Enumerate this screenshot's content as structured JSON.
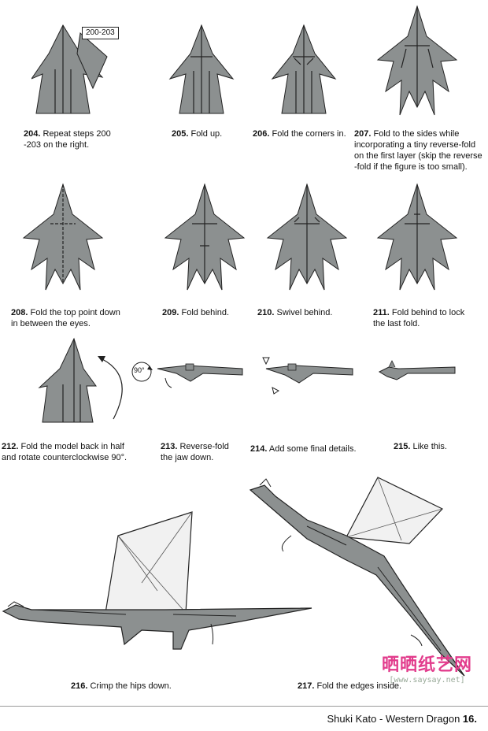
{
  "box_label": "200-203",
  "rotation_label": "90°",
  "steps": [
    {
      "num": "204.",
      "text": "Repeat steps 200 -203 on the right."
    },
    {
      "num": "205.",
      "text": "Fold up."
    },
    {
      "num": "206.",
      "text": "Fold the corners in."
    },
    {
      "num": "207.",
      "text": "Fold to the sides while incorporating a tiny reverse-fold on the first layer (skip the reverse -fold if the figure is too small)."
    },
    {
      "num": "208.",
      "text": "Fold the top point down in between the eyes."
    },
    {
      "num": "209.",
      "text": "Fold behind."
    },
    {
      "num": "210.",
      "text": "Swivel behind."
    },
    {
      "num": "211.",
      "text": "Fold behind to lock the last fold."
    },
    {
      "num": "212.",
      "text": "Fold the model back in half and rotate counterclockwise 90°."
    },
    {
      "num": "213.",
      "text": "Reverse-fold the jaw down."
    },
    {
      "num": "214.",
      "text": "Add some final details."
    },
    {
      "num": "215.",
      "text": "Like this."
    },
    {
      "num": "216.",
      "text": "Crimp the hips down."
    },
    {
      "num": "217.",
      "text": "Fold the edges inside."
    }
  ],
  "footer": {
    "author_title": "Shuki Kato - Western Dragon",
    "page": "16."
  },
  "watermark": {
    "cn": "晒晒纸艺网",
    "url": "[www.saysay.net]"
  },
  "colors": {
    "paper": "#8c9090",
    "wing": "#f1f1f1",
    "ink": "#222222"
  }
}
